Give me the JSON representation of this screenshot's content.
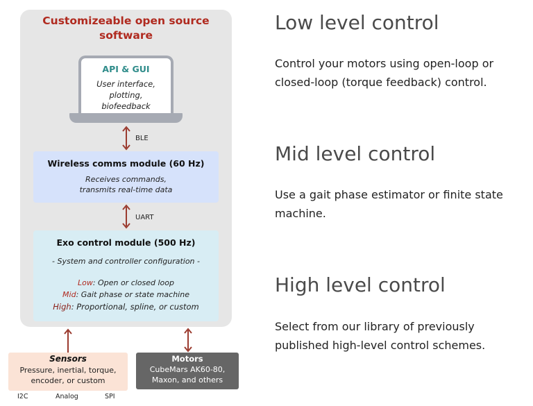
{
  "diagram": {
    "panel_title_line1": "Customizeable open source",
    "panel_title_line2": "software",
    "api": {
      "title": "API & GUI",
      "lines": [
        "User interface,",
        "plotting,",
        "biofeedback"
      ]
    },
    "links": {
      "ble": "BLE",
      "uart": "UART"
    },
    "wireless": {
      "title": "Wireless comms module (60 Hz)",
      "lines": [
        "Receives commands,",
        "transmits real-time data"
      ]
    },
    "exo": {
      "title": "Exo control module (500 Hz)",
      "config": "- System and controller configuration -",
      "low_label": "Low",
      "low_text": ": Open or closed loop",
      "mid_label": "Mid",
      "mid_text": ": Gait phase or state machine",
      "high_label": "High",
      "high_text": ": Proportional, spline, or custom"
    },
    "sensors": {
      "title": "Sensors",
      "lines": [
        "Pressure, inertial, torque,",
        "encoder, or custom"
      ],
      "interfaces": [
        "I2C",
        "Analog",
        "SPI"
      ]
    },
    "motors": {
      "title": "Motors",
      "lines": [
        "CubeMars AK60-80,",
        "Maxon, and others"
      ]
    }
  },
  "sections": [
    {
      "heading": "Low level control",
      "lines": [
        "Control your motors using open-loop or",
        "closed-loop (torque feedback) control."
      ]
    },
    {
      "heading": "Mid level control",
      "lines": [
        "Use a gait phase estimator or finite state",
        "machine."
      ]
    },
    {
      "heading": "High level control",
      "lines": [
        "Select from our library of previously",
        "published high-level control schemes."
      ]
    }
  ],
  "colors": {
    "title_red": "#b02a1f",
    "api_teal": "#2f8c8a",
    "arrow": "#9b3b2f",
    "wireless_bg": "#d6e2fb",
    "exo_bg": "#d8edf4",
    "sensors_bg": "#fbe3d6",
    "motors_bg": "#666666"
  }
}
